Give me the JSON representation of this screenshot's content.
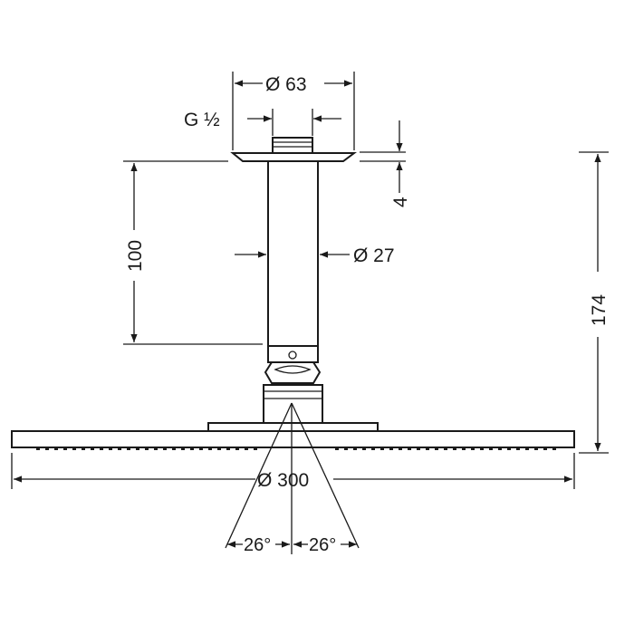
{
  "dimensions": {
    "top_mount_diameter": "Ø 63",
    "thread": "G ½",
    "plate_thickness": "4",
    "arm_length": "100",
    "arm_diameter": "Ø 27",
    "total_height": "174",
    "head_diameter": "Ø 300",
    "angle_left": "26°",
    "angle_right": "26°"
  }
}
